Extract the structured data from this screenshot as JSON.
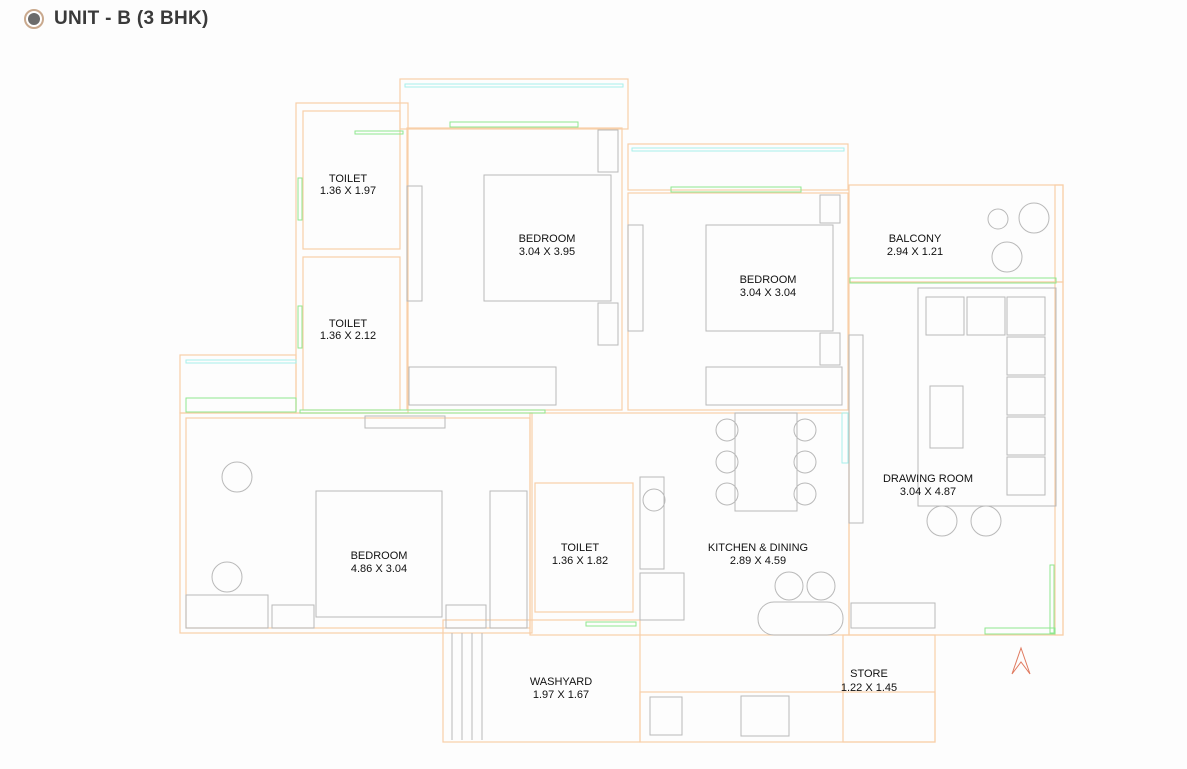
{
  "header": {
    "title": "UNIT - B (3 BHK)",
    "selected": true
  },
  "rooms": [
    {
      "name": "TOILET",
      "size": "1.36 X 1.97"
    },
    {
      "name": "TOILET",
      "size": "1.36 X 2.12"
    },
    {
      "name": "BEDROOM",
      "size": "3.04 X 3.95"
    },
    {
      "name": "BEDROOM",
      "size": "3.04 X 3.04"
    },
    {
      "name": "BALCONY",
      "size": "2.94 X 1.21"
    },
    {
      "name": "DRAWING ROOM",
      "size": "3.04 X 4.87"
    },
    {
      "name": "BEDROOM",
      "size": "4.86 X 3.04"
    },
    {
      "name": "TOILET",
      "size": "1.36 X 1.82"
    },
    {
      "name": "KITCHEN & DINING",
      "size": "2.89 X 4.59"
    },
    {
      "name": "WASHYARD",
      "size": "1.97 X 1.67"
    },
    {
      "name": "STORE",
      "size": "1.22 X 1.45"
    }
  ],
  "colors": {
    "wall": "#f8cfa8",
    "window": "#8fe88f",
    "furniture": "#b9b9b9",
    "north": "#e07a5f"
  },
  "icons": {
    "north_arrow": "north-arrow-icon"
  }
}
